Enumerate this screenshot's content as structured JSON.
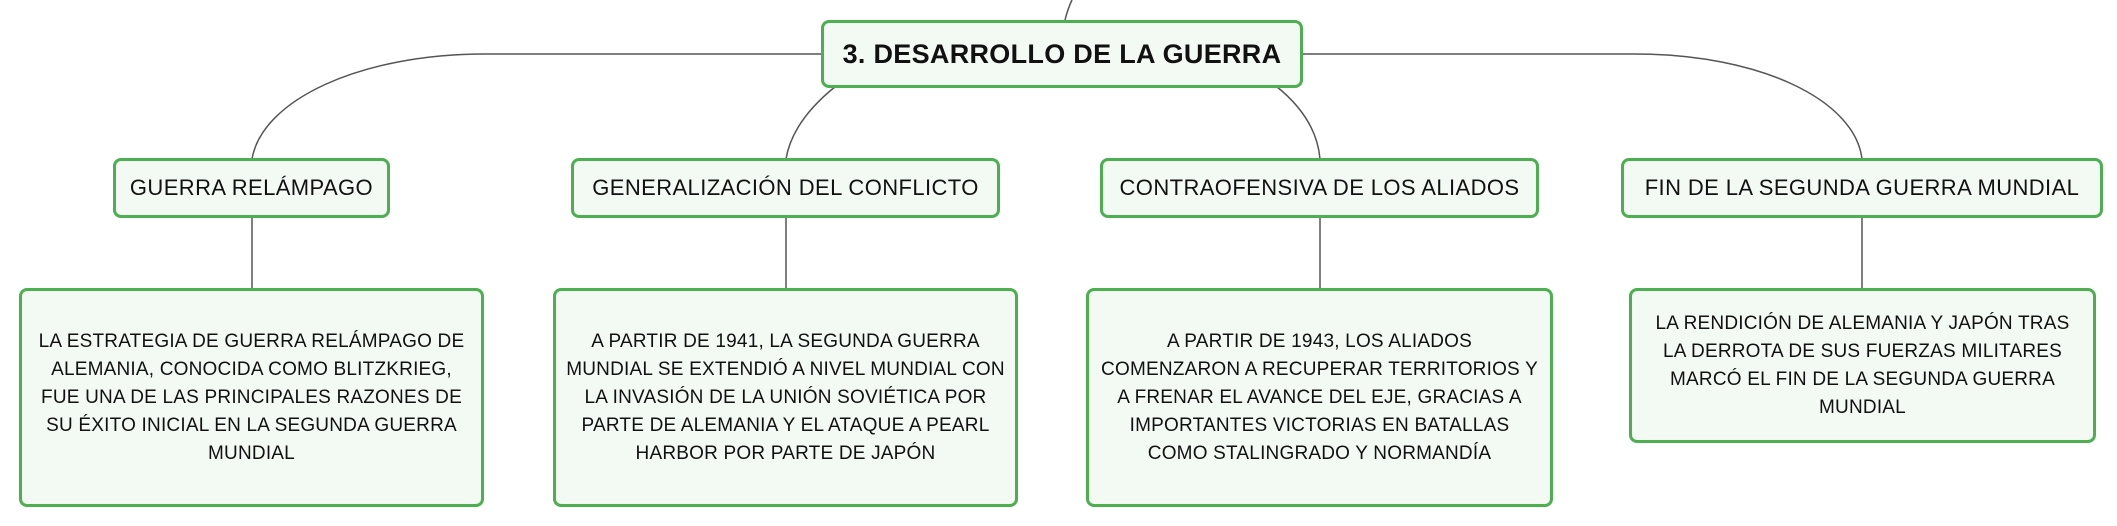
{
  "diagram": {
    "root": {
      "label": "3. DESARROLLO DE LA GUERRA"
    },
    "branches": [
      {
        "label": "GUERRA RELÁMPAGO",
        "detail": "LA ESTRATEGIA DE GUERRA RELÁMPAGO DE ALEMANIA, CONOCIDA COMO BLITZKRIEG, FUE UNA DE LAS PRINCIPALES RAZONES DE SU ÉXITO INICIAL EN LA SEGUNDA GUERRA MUNDIAL"
      },
      {
        "label": "GENERALIZACIÓN DEL CONFLICTO",
        "detail": "A PARTIR DE 1941, LA SEGUNDA GUERRA MUNDIAL SE EXTENDIÓ A NIVEL MUNDIAL CON LA INVASIÓN DE LA UNIÓN SOVIÉTICA POR PARTE DE ALEMANIA Y EL ATAQUE A PEARL HARBOR POR PARTE DE JAPÓN"
      },
      {
        "label": "CONTRAOFENSIVA DE LOS ALIADOS",
        "detail": "A PARTIR DE 1943, LOS ALIADOS COMENZARON A RECUPERAR TERRITORIOS Y A FRENAR EL AVANCE DEL EJE, GRACIAS A IMPORTANTES VICTORIAS EN BATALLAS COMO STALINGRADO Y NORMANDÍA"
      },
      {
        "label": "FIN DE LA SEGUNDA GUERRA MUNDIAL",
        "detail": "LA RENDICIÓN DE ALEMANIA Y JAPÓN TRAS LA DERROTA DE SUS FUERZAS MILITARES MARCÓ EL FIN DE LA SEGUNDA GUERRA MUNDIAL"
      }
    ],
    "colors": {
      "node_border": "#4caf50",
      "node_fill": "#f3faf4",
      "connector": "#555555",
      "text": "#111111"
    }
  }
}
